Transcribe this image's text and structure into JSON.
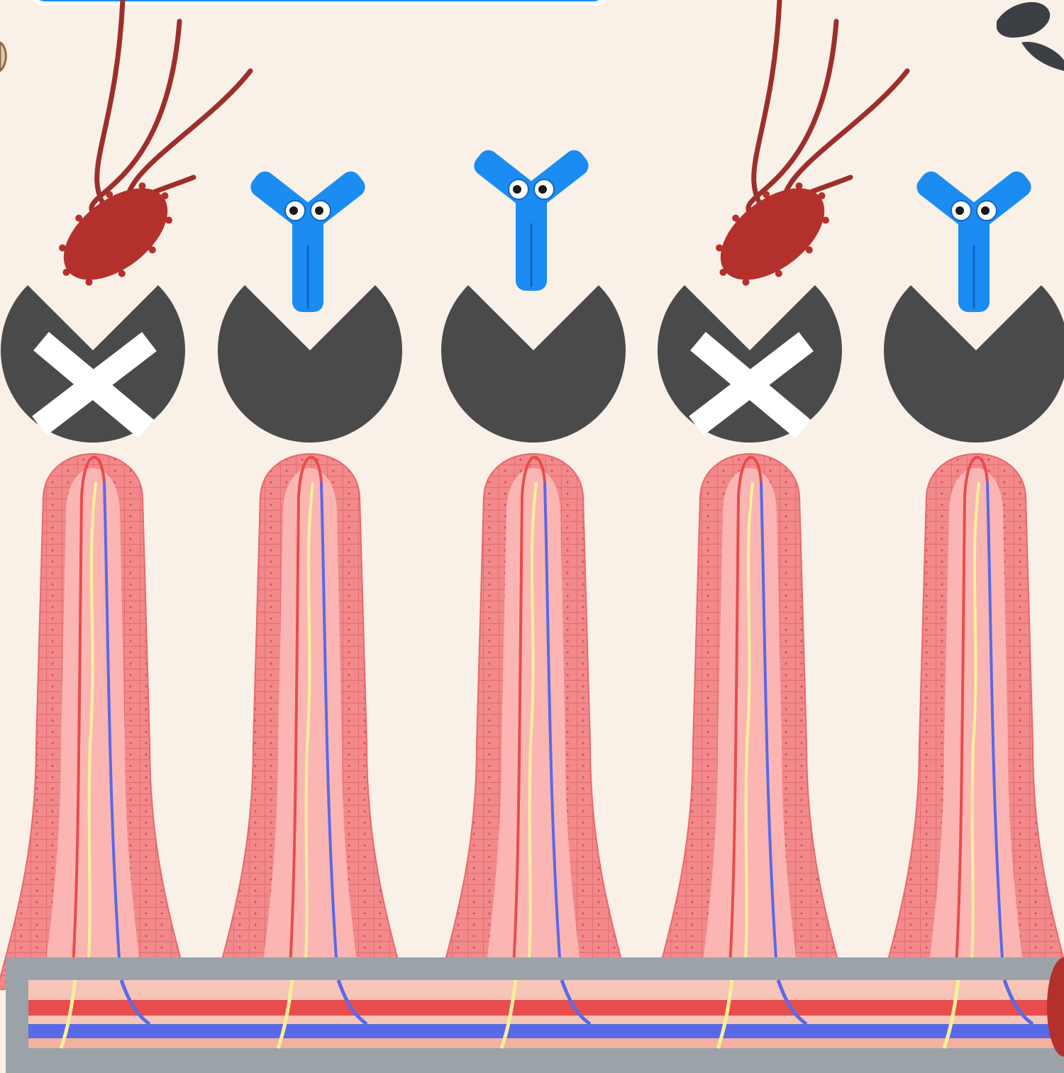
{
  "scene": {
    "background_color": "#f9f0e7",
    "villus_count": 5,
    "chomper_color": "#4a4a4a",
    "antibody_color": "#1a8cf2",
    "bacterium_color": "#b3302c",
    "epithelium_color": "#f28a8c",
    "artery_color": "#e84c4c",
    "vein_color": "#5a6ae6",
    "lacteal_color": "#f5f09a",
    "tray_color": "#9ba3a9"
  },
  "slots": [
    {
      "item": "bacterium",
      "status": "blocked",
      "marker_icon": "x-mark-icon"
    },
    {
      "item": "antibody",
      "status": "open"
    },
    {
      "item": "antibody",
      "status": "open"
    },
    {
      "item": "bacterium",
      "status": "blocked",
      "marker_icon": "x-mark-icon"
    },
    {
      "item": "antibody",
      "status": "open"
    }
  ]
}
